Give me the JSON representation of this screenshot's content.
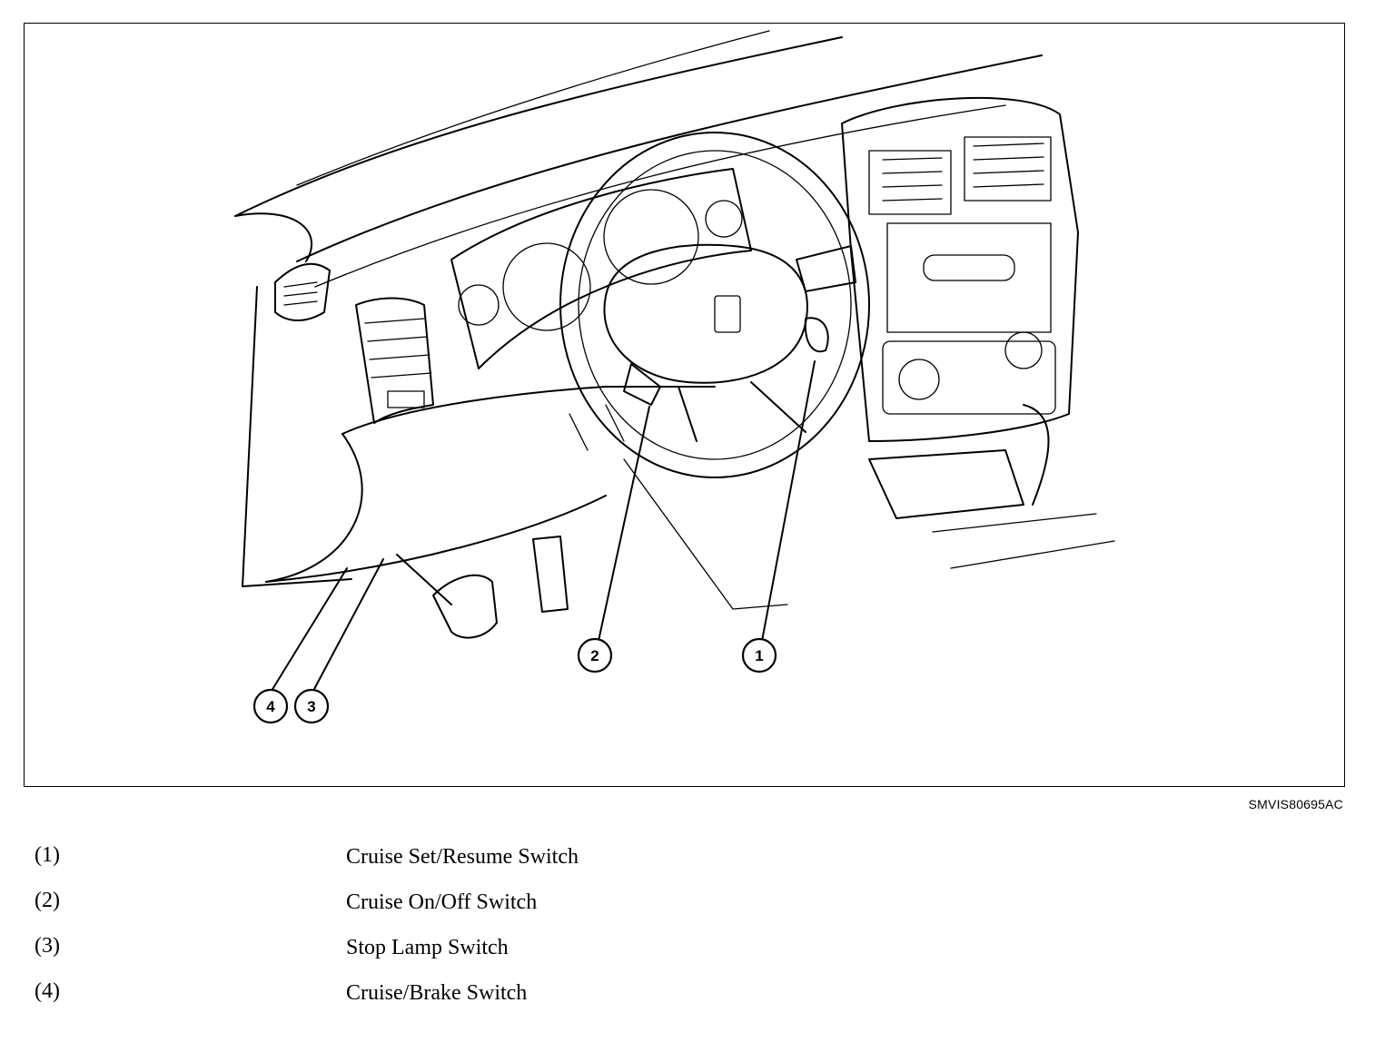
{
  "figure": {
    "id": "SMVIS80695AC",
    "callouts": [
      "1",
      "2",
      "3",
      "4"
    ]
  },
  "legend": [
    {
      "num": "(1)",
      "label": "Cruise Set/Resume Switch"
    },
    {
      "num": "(2)",
      "label": "Cruise On/Off Switch"
    },
    {
      "num": "(3)",
      "label": "Stop Lamp Switch"
    },
    {
      "num": "(4)",
      "label": "Cruise/Brake Switch"
    }
  ]
}
